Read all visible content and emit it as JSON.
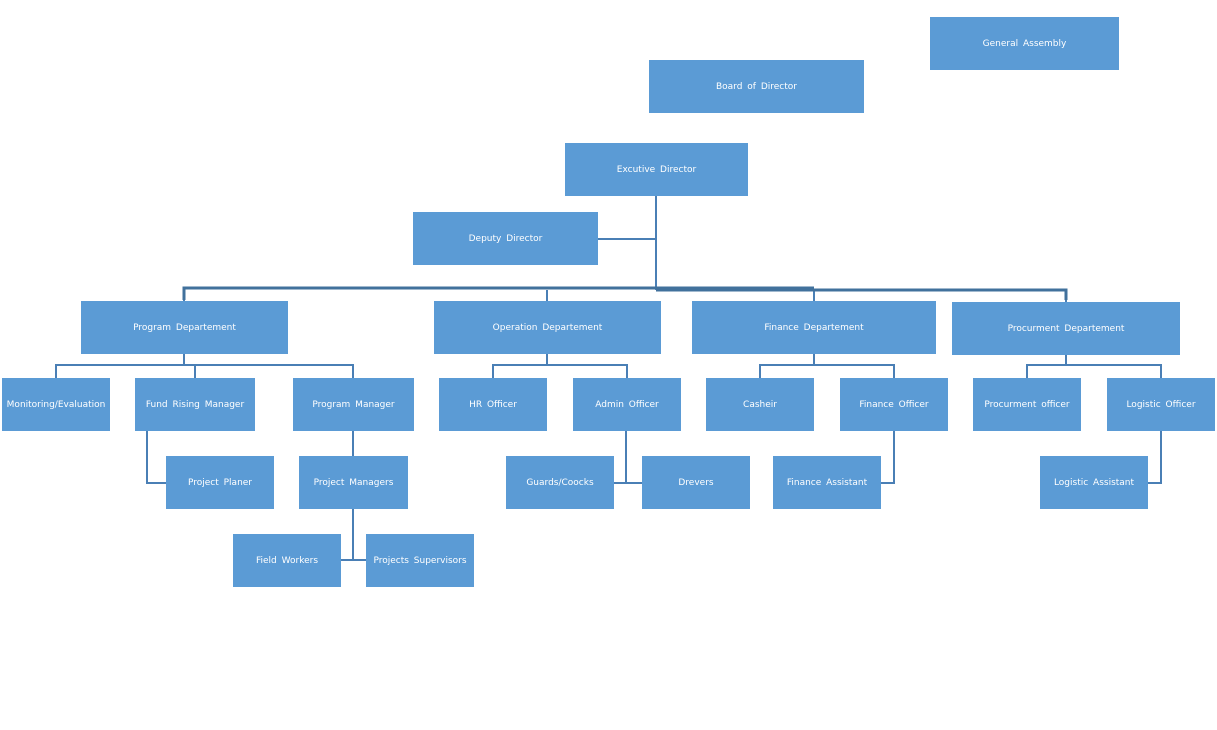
{
  "colors": {
    "box": "#5b9bd5",
    "connector": "#4a7fb5",
    "bus": "#41719c"
  },
  "nodes": {
    "general_assembly": "General  Assembly",
    "board": "Board  of Director",
    "executive": "Excutive  Director",
    "deputy": "Deputy  Director",
    "program_dept": "Program  Departement",
    "operation_dept": "Operation  Departement",
    "finance_dept": "Finance Departement",
    "procurement_dept": "Procurment  Departement",
    "monitoring": "Monitoring/Evaluation",
    "fund_rising": "Fund  Rising  Manager",
    "program_manager": "Program  Manager",
    "hr_officer": "HR Officer",
    "admin_officer": "Admin Officer",
    "casheir": "Casheir",
    "finance_officer": "Finance Officer",
    "procurement_officer": "Procurment  officer",
    "logistic_officer": "Logistic  Officer",
    "project_planer": "Project  Planer",
    "project_managers": "Project  Managers",
    "guards": "Guards/Coocks",
    "drevers": "Drevers",
    "finance_assistant": "Finance Assistant",
    "logistic_assistant": "Logistic  Assistant",
    "field_workers": "Field  Workers",
    "projects_supervisors": "Projects  Supervisors"
  }
}
